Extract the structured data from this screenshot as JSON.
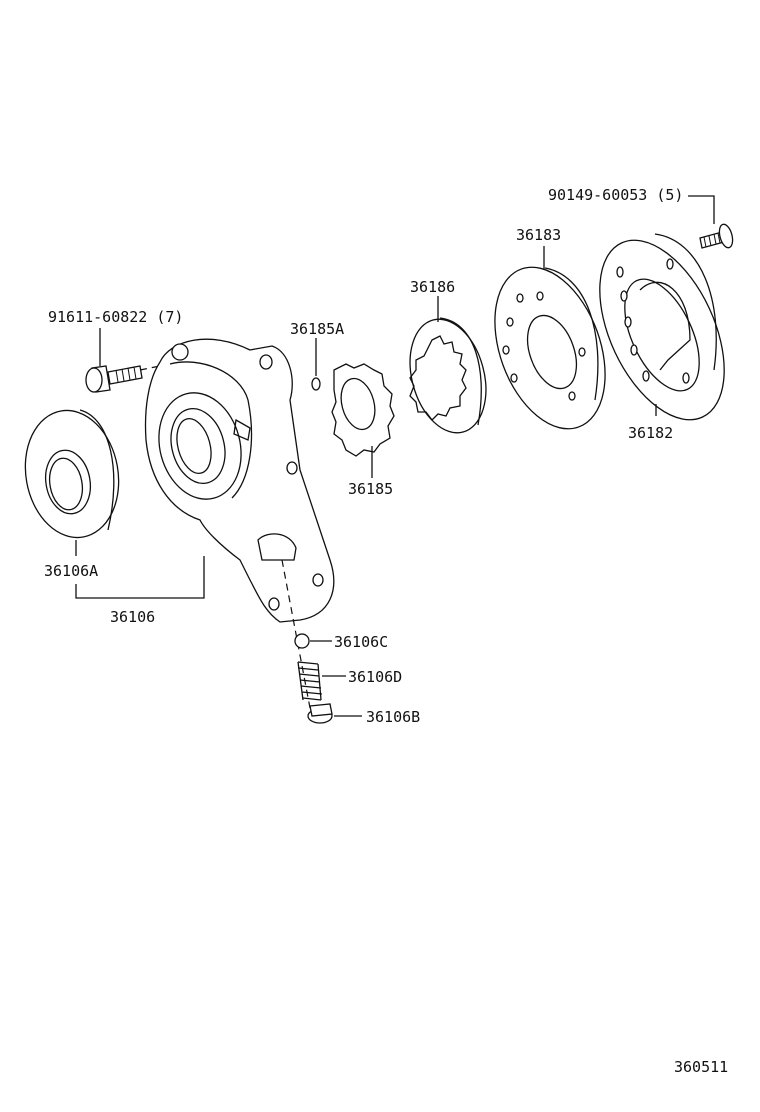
{
  "labels": {
    "bolt_90149": "90149-60053 (5)",
    "plate_36183": "36183",
    "cover_36182": "36182",
    "ring_36186": "36186",
    "gear_36185": "36185",
    "pin_36185A": "36185A",
    "bolt_91611": "91611-60822 (7)",
    "seal_36106A": "36106A",
    "body_36106": "36106",
    "ball_36106C": "36106C",
    "spring_36106D": "36106D",
    "plug_36106B": "36106B",
    "diagram_number": "360511"
  }
}
